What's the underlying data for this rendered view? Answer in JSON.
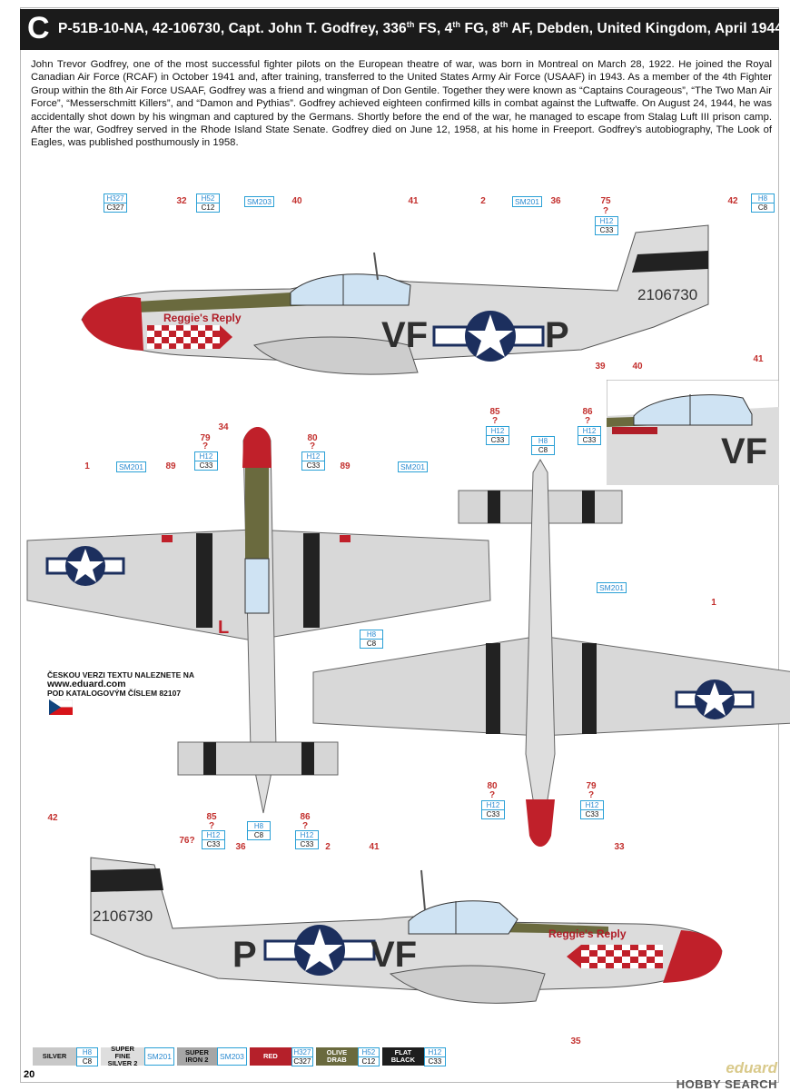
{
  "header": {
    "letter": "C",
    "title_parts": [
      "P-51B-10-NA, 42-106730, Capt. John T. Godfrey, 336",
      "th",
      " FS, 4",
      "th",
      " FG, 8",
      "th",
      " AF, Debden, United Kingdom, April 1944"
    ]
  },
  "bio": "John Trevor Godfrey, one of the most successful fighter pilots on the European theatre of war, was born in Montreal on March 28, 1922. He joined the Royal Canadian Air Force (RCAF) in October 1941 and, after training, transferred to the United States Army Air Force (USAAF) in 1943. As a member of the 4th Fighter Group within the 8th Air Force USAAF, Godfrey was a friend and wingman of Don Gentile. Together they were known as “Captains Courageous”, “The Two Man Air Force”, “Messerschmitt Killers”, and “Damon and Pythias”. Godfrey achieved eighteen confirmed kills in combat against the Luftwaffe. On August 24, 1944, he was accidentally shot down by his wingman and captured by the Germans. Shortly before the end of the war, he managed to escape from Stalag Luft III prison camp. After the war, Godfrey served in the Rhode Island State Senate. Godfrey died on June 12, 1958, at his home in Freeport. Godfrey’s autobiography, The Look of Eagles, was published posthumously in 1958.",
  "aircraft": {
    "serial": "2106730",
    "code_left": "VF",
    "code_right": "P",
    "nose_name": "Reggie's Reply",
    "wing_letter": "L"
  },
  "callouts": {
    "top_profile": [
      "32",
      "40",
      "41",
      "2",
      "36",
      "75",
      "?",
      "42"
    ],
    "top_profile_bottom": "34",
    "detail": [
      "39",
      "40",
      "41"
    ],
    "plan_top": [
      "1",
      "89",
      "79",
      "?",
      "80",
      "?",
      "89"
    ],
    "plan_right_top": [
      "85",
      "?",
      "86",
      "?"
    ],
    "plan_right": "1",
    "plan_bottom": [
      "85",
      "?",
      "86",
      "?",
      "80",
      "?",
      "79",
      "?"
    ],
    "bottom_profile": [
      "42",
      "76?",
      "36",
      "2",
      "41",
      "33"
    ],
    "bottom_profile_bottom": "35"
  },
  "paint": {
    "h327": "H327",
    "c327": "C327",
    "h52": "H52",
    "c12": "C12",
    "h12": "H12",
    "c33": "C33",
    "h8": "H8",
    "c8": "C8",
    "sm201": "SM201",
    "sm203": "SM203"
  },
  "czech_note": {
    "line1": "ČESKOU VERZI TEXTU NALEZNETE NA",
    "url": "www.eduard.com",
    "line2": "POD KATALOGOVÝM ČÍSLEM 82107"
  },
  "legend": [
    {
      "name": "SILVER",
      "color": "#c8c8c8",
      "text_color": "#111",
      "h": "H8",
      "c": "C8"
    },
    {
      "name": "SUPER FINE SILVER 2",
      "color": "#dedede",
      "text_color": "#111",
      "sm": "SM201"
    },
    {
      "name": "SUPER IRON 2",
      "color": "#a6a6a6",
      "text_color": "#111",
      "sm": "SM203"
    },
    {
      "name": "RED",
      "color": "#b5202a",
      "text_color": "#ffffff",
      "h": "H327",
      "c": "C327"
    },
    {
      "name": "OLIVE DRAB",
      "color": "#6a6a3e",
      "text_color": "#ffffff",
      "h": "H52",
      "c": "C12"
    },
    {
      "name": "FLAT BLACK",
      "color": "#1e1e1e",
      "text_color": "#ffffff",
      "h": "H12",
      "c": "C33"
    }
  ],
  "footer": {
    "page_number": "20",
    "brand": "eduard",
    "watermark": "HOBBY SEARCH"
  }
}
